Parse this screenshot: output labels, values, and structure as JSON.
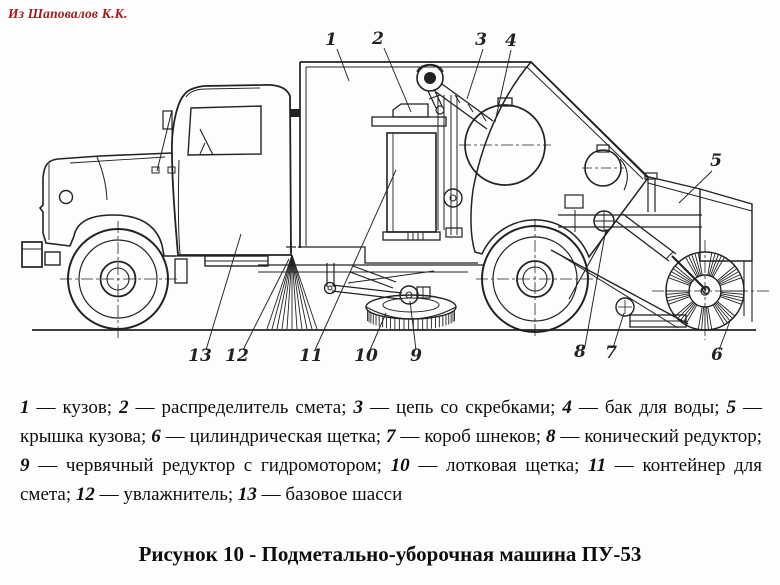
{
  "attribution": {
    "text": "Из Шаповалов К.К."
  },
  "diagram": {
    "subject": "street sweeper machine technical side view",
    "callouts": [
      {
        "num": "1"
      },
      {
        "num": "2"
      },
      {
        "num": "3"
      },
      {
        "num": "4"
      },
      {
        "num": "5"
      },
      {
        "num": "6"
      },
      {
        "num": "7"
      },
      {
        "num": "8"
      },
      {
        "num": "9"
      },
      {
        "num": "10"
      },
      {
        "num": "11"
      },
      {
        "num": "12"
      },
      {
        "num": "13"
      }
    ]
  },
  "legend": {
    "dash": "—",
    "items": [
      {
        "num": "1",
        "label": "кузов"
      },
      {
        "num": "2",
        "label": "распределитель смета"
      },
      {
        "num": "3",
        "label": "цепь со скребками"
      },
      {
        "num": "4",
        "label": "бак для воды"
      },
      {
        "num": "5",
        "label": "крышка кузова"
      },
      {
        "num": "6",
        "label": "цилиндрическая щетка"
      },
      {
        "num": "7",
        "label": "короб шнеков"
      },
      {
        "num": "8",
        "label": "конический редуктор"
      },
      {
        "num": "9",
        "label": "червячный редуктор с гидромотором"
      },
      {
        "num": "10",
        "label": "лотковая щетка"
      },
      {
        "num": "11",
        "label": "контейнер для смета"
      },
      {
        "num": "12",
        "label": "увлажнитель"
      },
      {
        "num": "13",
        "label": "базовое шасси"
      }
    ]
  },
  "caption": "Рисунок 10 - Подметально-уборочная машина ПУ-53",
  "colors": {
    "attribution": "#9e1b1e",
    "ink": "#222222"
  }
}
